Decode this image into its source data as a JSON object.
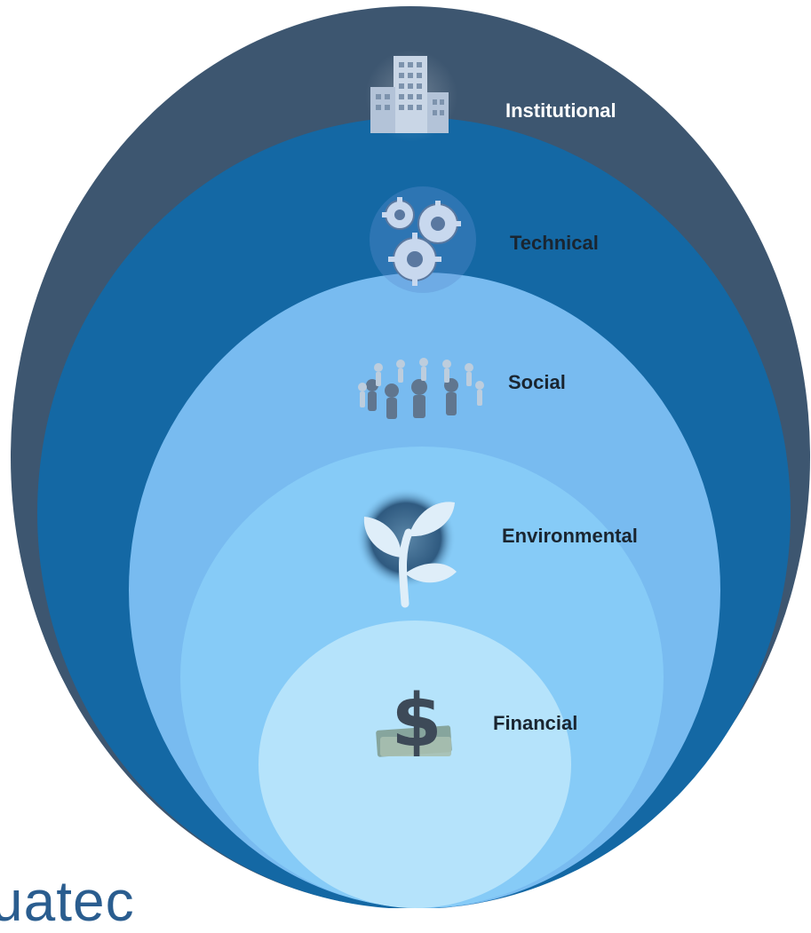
{
  "layers": {
    "institutional": {
      "label": "Institutional",
      "icon": "buildings-icon"
    },
    "technical": {
      "label": "Technical",
      "icon": "gears-icon"
    },
    "social": {
      "label": "Social",
      "icon": "people-circle-icon"
    },
    "environmental": {
      "label": "Environmental",
      "icon": "plant-icon"
    },
    "financial": {
      "label": "Financial",
      "icon": "dollar-icon"
    }
  },
  "logo_fragment": "uatec",
  "colors": {
    "institutional": "#3d5670",
    "technical": "#1468a4",
    "social": "#78bbf0",
    "environmental": "#86cbf7",
    "financial": "#b5e3fb",
    "logo": "#2a5d8f"
  }
}
